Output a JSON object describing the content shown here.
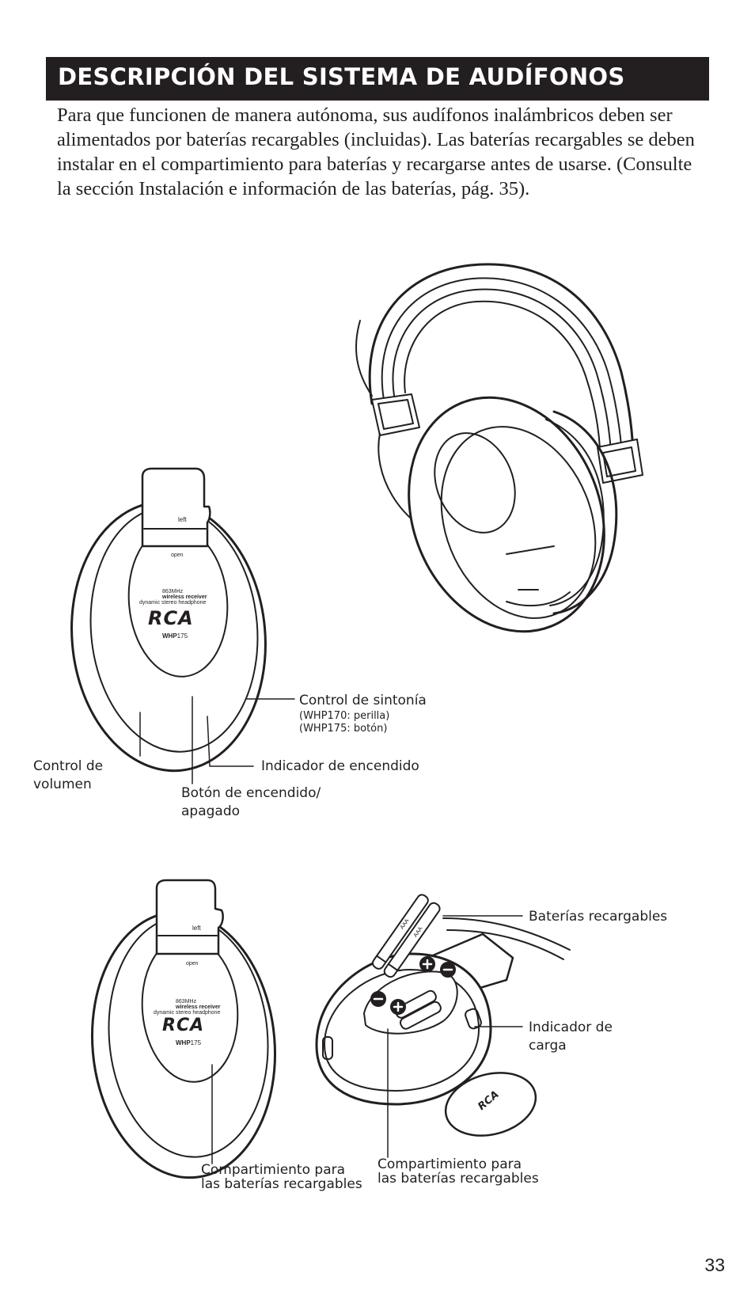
{
  "header": {
    "title": "DESCRIPCIÓN DEL SISTEMA DE AUDÍFONOS"
  },
  "intro": "Para que funcionen de manera autónoma, sus audífonos inalámbricos deben ser alimentados por baterías recargables (incluidas). Las baterías recargables se deben instalar en el compartimiento para baterías y recargarse antes de usarse. (Consulte la sección Instalación e información de las baterías, pág. 35).",
  "earcup_printing": {
    "left": "left",
    "open": "open",
    "freq": "863MHz",
    "wireless": "wireless receiver",
    "dynamic": "dynamic stereo headphone",
    "brand": "RCA",
    "model_bold": "WHP",
    "model_num": "175",
    "battery_type": "AAA"
  },
  "labels": {
    "tuning": "Control de sintonía",
    "tuning_note1": "(WHP170: perilla)",
    "tuning_note2": "(WHP175: botón)",
    "power_indicator": "Indicador de encendido",
    "volume_line1": "Control de",
    "volume_line2": "volumen",
    "power_button_line1": "Botón de encendido/",
    "power_button_line2": "apagado",
    "batteries": "Baterías recargables",
    "charge_line1": "Indicador de",
    "charge_line2": "carga",
    "compartment_a_line1": "Compartimiento para",
    "compartment_a_line2": "las baterías recargables",
    "compartment_b_line1": "Compartimiento para",
    "compartment_b_line2": "las baterías recargables"
  },
  "page_number": "33"
}
